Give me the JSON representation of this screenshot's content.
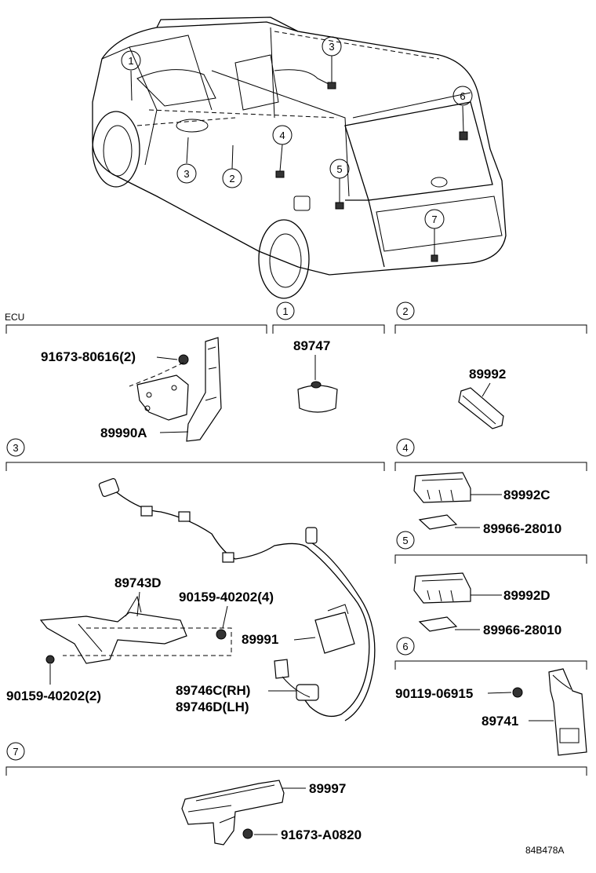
{
  "car_callouts": [
    "1",
    "3",
    "3",
    "2",
    "4",
    "5",
    "6",
    "7"
  ],
  "sections": {
    "ecu_label": "ECU",
    "ecu": {
      "part_bolt": "91673-80616(2)",
      "part_ecu": "89990A"
    },
    "s1": {
      "num": "1",
      "part": "89747"
    },
    "s2": {
      "num": "2",
      "part": "89992"
    },
    "s3": {
      "num": "3",
      "parts": {
        "a": "89743D",
        "b": "90159-40202(4)",
        "c": "89991",
        "d": "89746C(RH)",
        "e": "89746D(LH)",
        "f": "90159-40202(2)"
      }
    },
    "s4": {
      "num": "4",
      "part_a": "89992C",
      "part_b": "89966-28010"
    },
    "s5": {
      "num": "5",
      "part_a": "89992D",
      "part_b": "89966-28010"
    },
    "s6": {
      "num": "6",
      "part_a": "90119-06915",
      "part_b": "89741"
    },
    "s7": {
      "num": "7",
      "part_a": "89997",
      "part_b": "91673-A0820"
    }
  },
  "figure_code": "84B478A"
}
